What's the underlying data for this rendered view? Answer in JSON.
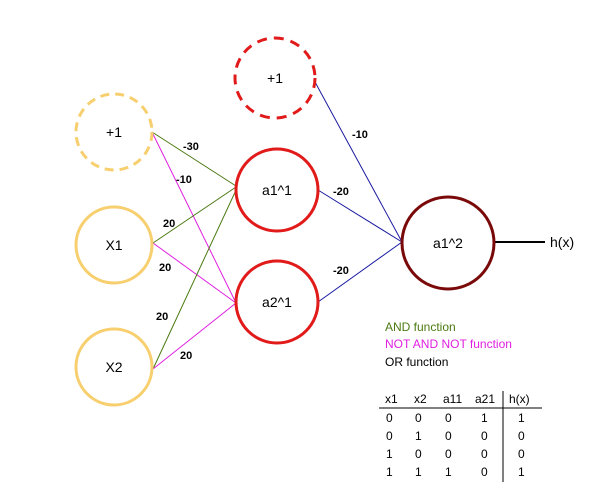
{
  "nodes": {
    "bias_in": "+1",
    "x1": "X1",
    "x2": "X2",
    "bias_hidden": "+1",
    "a11": "a1^1",
    "a21": "a2^1",
    "a12": "a1^2",
    "output": "h(x)"
  },
  "weights": {
    "bias_in_a11": "-30",
    "bias_in_a21": "-10",
    "x1_a11": "20",
    "x1_a21": "20",
    "x2_a11": "20",
    "x2_a21": "20",
    "bias_hidden_a12": "-10",
    "a11_a12": "-20",
    "a21_a12": "-20"
  },
  "legend": [
    {
      "label": "AND function",
      "color": "#4a7a10"
    },
    {
      "label": "NOT AND NOT function",
      "color": "#e020e0"
    },
    {
      "label": "OR function",
      "color": "#000000"
    }
  ],
  "colors": {
    "input_node": "#f7cf6e",
    "hidden_node": "#e11a1a",
    "output_node": "#7a0a0a",
    "and_edge": "#4a7a10",
    "nand_edge": "#e020e0",
    "or_edge": "#1a1aa0"
  },
  "truth_table": {
    "headers": [
      "x1",
      "x2",
      "a11",
      "a21",
      "h(x)"
    ],
    "rows": [
      [
        "0",
        "0",
        "0",
        "1",
        "1"
      ],
      [
        "0",
        "1",
        "0",
        "0",
        "0"
      ],
      [
        "1",
        "0",
        "0",
        "0",
        "0"
      ],
      [
        "1",
        "1",
        "1",
        "0",
        "1"
      ]
    ]
  }
}
